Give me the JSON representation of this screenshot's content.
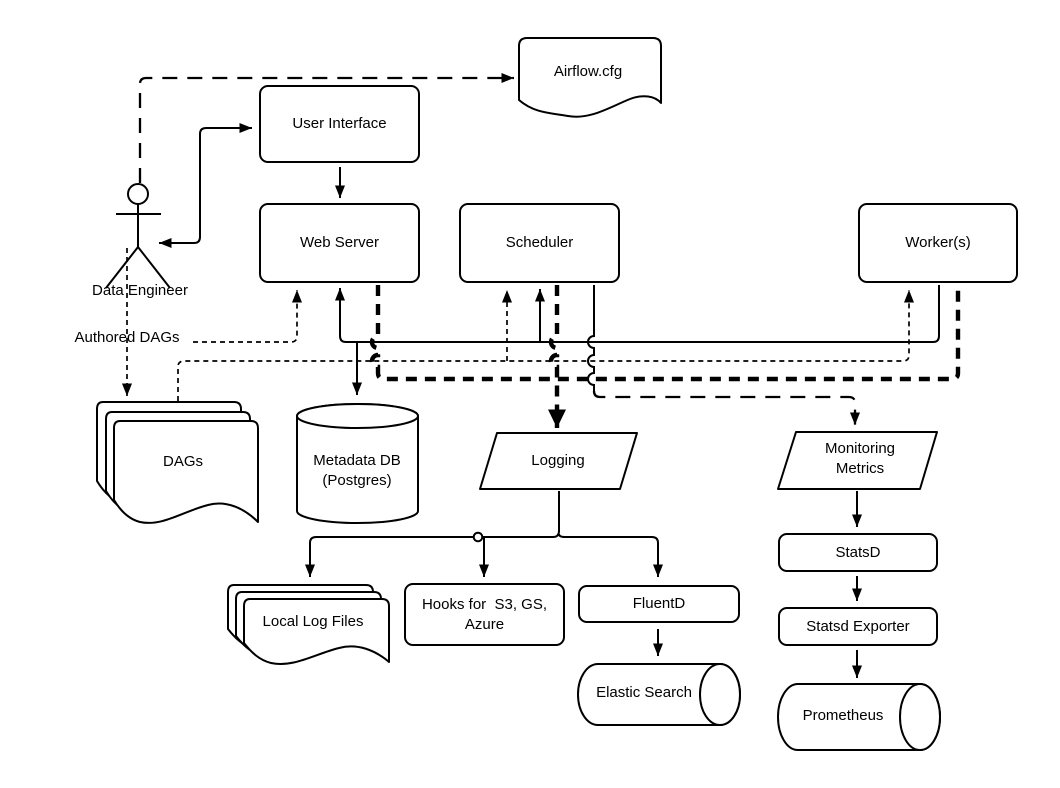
{
  "diagram": {
    "background": "#ffffff",
    "stroke_color": "#000000",
    "nodes": {
      "airflow_cfg": {
        "label": "Airflow.cfg",
        "shape": "document"
      },
      "user_interface": {
        "label": "User Interface",
        "shape": "rounded-rect"
      },
      "web_server": {
        "label": "Web Server",
        "shape": "rounded-rect"
      },
      "scheduler": {
        "label": "Scheduler",
        "shape": "rounded-rect"
      },
      "workers": {
        "label": "Worker(s)",
        "shape": "rounded-rect"
      },
      "data_engineer": {
        "label": "Data Engineer",
        "shape": "actor"
      },
      "dags": {
        "label": "DAGs",
        "shape": "multi-document"
      },
      "metadata_db": {
        "label": "Metadata DB\n(Postgres)",
        "shape": "cylinder"
      },
      "logging": {
        "label": "Logging",
        "shape": "parallelogram"
      },
      "monitoring_metrics": {
        "label": "Monitoring\nMetrics",
        "shape": "parallelogram"
      },
      "local_log_files": {
        "label": "Local Log Files",
        "shape": "multi-document"
      },
      "hooks": {
        "label": "Hooks for  S3, GS,\nAzure",
        "shape": "rounded-rect"
      },
      "fluentd": {
        "label": "FluentD",
        "shape": "rounded-rect"
      },
      "elastic_search": {
        "label": "Elastic Search",
        "shape": "horizontal-cylinder"
      },
      "statsd": {
        "label": "StatsD",
        "shape": "rounded-rect"
      },
      "statsd_exporter": {
        "label": "Statsd Exporter",
        "shape": "rounded-rect"
      },
      "prometheus": {
        "label": "Prometheus",
        "shape": "horizontal-cylinder"
      }
    },
    "annotations": {
      "authored_dags": "Authored DAGs"
    },
    "edges": [
      {
        "from": "Data Engineer",
        "to": "Airflow.cfg",
        "style": "long-dash"
      },
      {
        "from": "User Interface",
        "to": "Data Engineer",
        "style": "solid",
        "bidirectional": true
      },
      {
        "from": "User Interface",
        "to": "Web Server",
        "style": "solid"
      },
      {
        "from": "Data Engineer",
        "to": "DAGs",
        "style": "dash",
        "label": "Authored DAGs"
      },
      {
        "from": "Authored DAGs",
        "to": "Web Server",
        "style": "dash"
      },
      {
        "from": "DAGs",
        "to": "Scheduler",
        "style": "dash"
      },
      {
        "from": "DAGs",
        "to": "Worker(s)",
        "style": "dash"
      },
      {
        "from": "Metadata DB (Postgres)",
        "to": "Web Server",
        "style": "solid"
      },
      {
        "from": "Metadata DB (Postgres)",
        "to": "Scheduler",
        "style": "solid"
      },
      {
        "from": "Worker(s)",
        "to": "Metadata DB (Postgres)",
        "style": "solid"
      },
      {
        "from": "Web Server",
        "to": "Logging",
        "style": "thick-dash"
      },
      {
        "from": "Scheduler",
        "to": "Logging",
        "style": "thick-dash"
      },
      {
        "from": "Worker(s)",
        "to": "Logging",
        "style": "thick-dash"
      },
      {
        "from": "Scheduler",
        "to": "Monitoring Metrics",
        "style": "long-dash"
      },
      {
        "from": "Logging",
        "to": "Local Log Files",
        "style": "solid"
      },
      {
        "from": "Logging",
        "to": "Hooks for S3, GS, Azure",
        "style": "solid"
      },
      {
        "from": "Logging",
        "to": "FluentD",
        "style": "solid"
      },
      {
        "from": "FluentD",
        "to": "Elastic Search",
        "style": "solid"
      },
      {
        "from": "Monitoring Metrics",
        "to": "StatsD",
        "style": "solid"
      },
      {
        "from": "StatsD",
        "to": "Statsd Exporter",
        "style": "solid"
      },
      {
        "from": "Statsd Exporter",
        "to": "Prometheus",
        "style": "solid"
      }
    ]
  }
}
